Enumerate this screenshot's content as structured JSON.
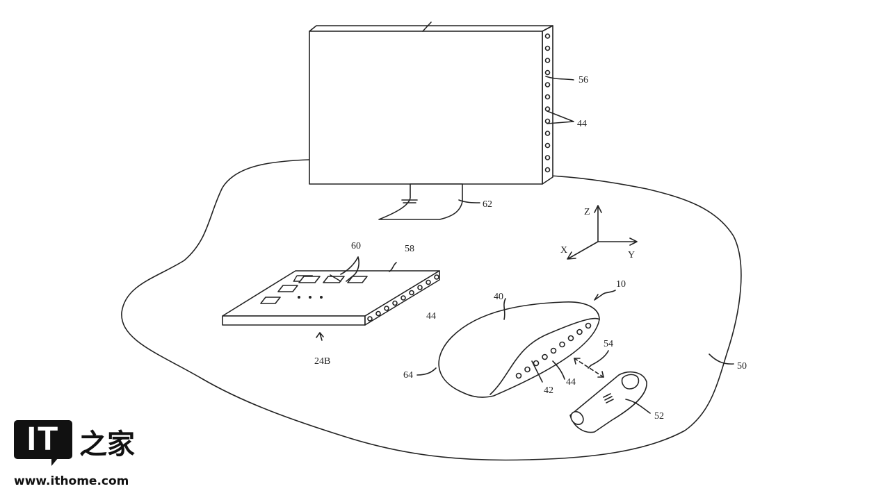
{
  "figure": {
    "labels": {
      "monitor_frame": "56",
      "monitor_sensors": "44",
      "stand": "62",
      "axis_z": "Z",
      "axis_x": "X",
      "axis_y": "Y",
      "keys": "60",
      "tablet_edge": "58",
      "tablet_sensors": "44",
      "tablet": "24B",
      "system": "10",
      "device_body": "40",
      "signal": "54",
      "device_end": "64",
      "device_side": "42",
      "device_sensors": "44",
      "finger": "52",
      "environment": "50"
    }
  },
  "watermark": {
    "logo_text": "IT",
    "logo_cn": "之家",
    "url": "www.ithome.com"
  }
}
